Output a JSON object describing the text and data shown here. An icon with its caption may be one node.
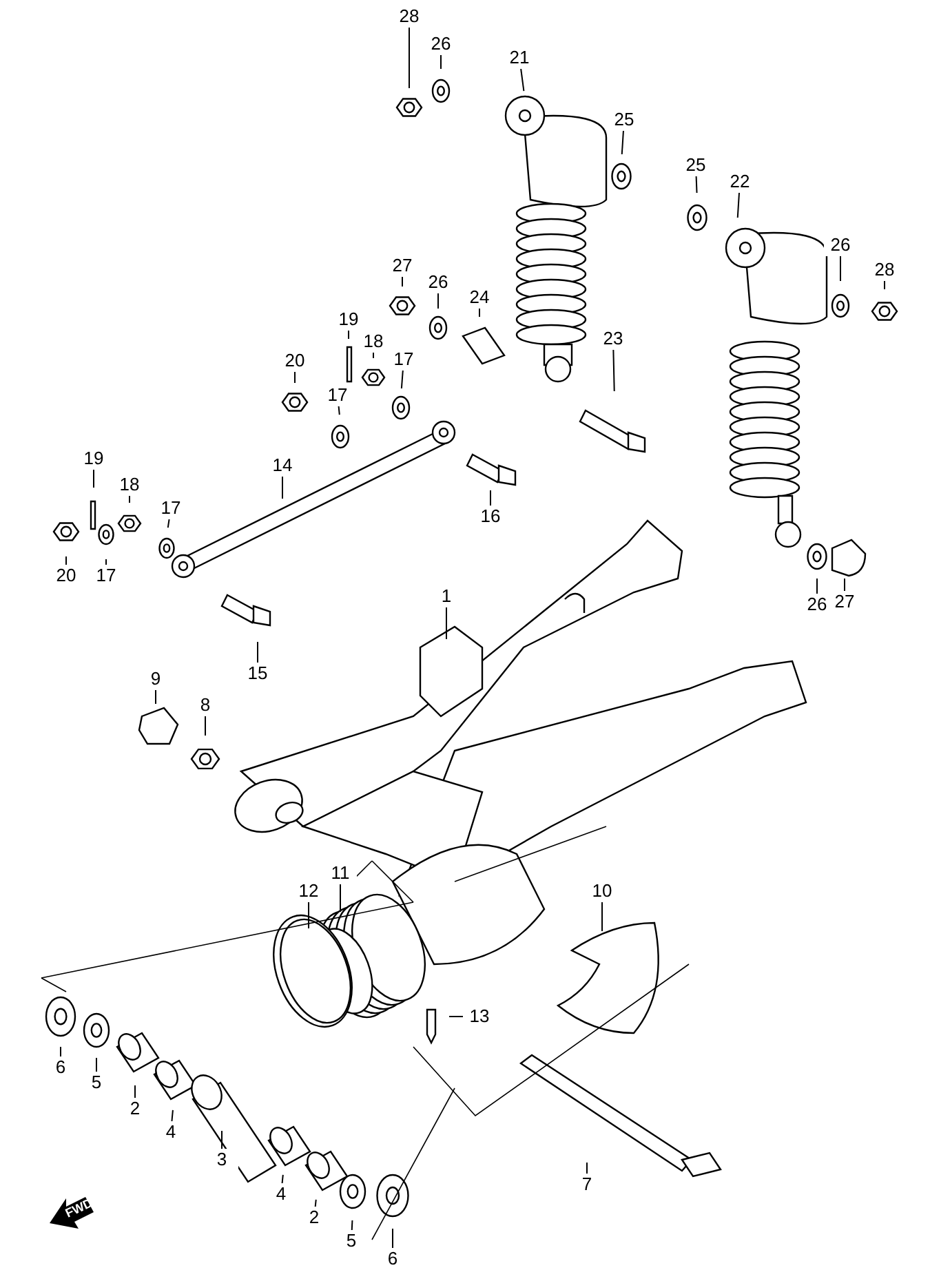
{
  "diagram": {
    "nodes": [
      {
        "text": [
          "28"
        ]
      },
      {
        "text": [
          "26"
        ]
      },
      {
        "text": [
          "21"
        ]
      },
      {
        "text": [
          "25"
        ]
      },
      {
        "text": [
          "25"
        ]
      },
      {
        "text": [
          "22"
        ]
      },
      {
        "text": [
          "26"
        ]
      },
      {
        "text": [
          "28"
        ]
      },
      {
        "text": [
          "27"
        ]
      },
      {
        "text": [
          "26"
        ]
      },
      {
        "text": [
          "24"
        ]
      },
      {
        "text": [
          "19"
        ]
      },
      {
        "text": [
          "20"
        ]
      },
      {
        "text": [
          "17"
        ]
      },
      {
        "text": [
          "18"
        ]
      },
      {
        "text": [
          "17"
        ]
      },
      {
        "text": [
          "23"
        ]
      },
      {
        "text": [
          "14"
        ]
      },
      {
        "text": [
          "16"
        ]
      },
      {
        "text": [
          "19"
        ]
      },
      {
        "text": [
          "18"
        ]
      },
      {
        "text": [
          "17"
        ]
      },
      {
        "text": [
          "20"
        ]
      },
      {
        "text": [
          "17"
        ]
      },
      {
        "text": [
          "1"
        ]
      },
      {
        "text": [
          "15"
        ]
      },
      {
        "text": [
          "9"
        ]
      },
      {
        "text": [
          "8"
        ]
      },
      {
        "text": [
          "12"
        ]
      },
      {
        "text": [
          "11"
        ]
      },
      {
        "text": [
          "10"
        ]
      },
      {
        "text": [
          "13"
        ]
      },
      {
        "text": [
          "6"
        ]
      },
      {
        "text": [
          "5"
        ]
      },
      {
        "text": [
          "2"
        ]
      },
      {
        "text": [
          "4"
        ]
      },
      {
        "text": [
          "3"
        ]
      },
      {
        "text": [
          "4"
        ]
      },
      {
        "text": [
          "2"
        ]
      },
      {
        "text": [
          "5"
        ]
      },
      {
        "text": [
          "6"
        ]
      },
      {
        "text": [
          "7"
        ]
      },
      {
        "text": [
          "26"
        ]
      },
      {
        "text": [
          "27"
        ]
      }
    ],
    "edges": [
      {
        "from": 0,
        "to": null,
        "arrow": "none"
      },
      {
        "from": 1,
        "to": null,
        "arrow": "none"
      },
      {
        "from": 2,
        "to": null,
        "arrow": "none"
      },
      {
        "from": 3,
        "to": null,
        "arrow": "none"
      },
      {
        "from": 4,
        "to": null,
        "arrow": "none"
      },
      {
        "from": 5,
        "to": null,
        "arrow": "none"
      },
      {
        "from": 6,
        "to": null,
        "arrow": "none"
      },
      {
        "from": 7,
        "to": null,
        "arrow": "none"
      },
      {
        "from": 8,
        "to": null,
        "arrow": "none"
      },
      {
        "from": 9,
        "to": null,
        "arrow": "none"
      },
      {
        "from": 10,
        "to": null,
        "arrow": "none"
      },
      {
        "from": 11,
        "to": null,
        "arrow": "none"
      },
      {
        "from": 12,
        "to": null,
        "arrow": "none"
      },
      {
        "from": 13,
        "to": null,
        "arrow": "none"
      },
      {
        "from": 14,
        "to": null,
        "arrow": "none"
      },
      {
        "from": 15,
        "to": null,
        "arrow": "none"
      },
      {
        "from": 16,
        "to": null,
        "arrow": "none"
      },
      {
        "from": 17,
        "to": null,
        "arrow": "none"
      },
      {
        "from": 18,
        "to": null,
        "arrow": "none"
      },
      {
        "from": 19,
        "to": null,
        "arrow": "none"
      },
      {
        "from": 20,
        "to": null,
        "arrow": "none"
      },
      {
        "from": 21,
        "to": null,
        "arrow": "none"
      },
      {
        "from": 22,
        "to": null,
        "arrow": "none"
      },
      {
        "from": 23,
        "to": null,
        "arrow": "none"
      },
      {
        "from": 24,
        "to": null,
        "arrow": "none"
      },
      {
        "from": 25,
        "to": null,
        "arrow": "none"
      },
      {
        "from": 26,
        "to": null,
        "arrow": "none"
      },
      {
        "from": 27,
        "to": null,
        "arrow": "none"
      },
      {
        "from": 28,
        "to": null,
        "arrow": "none"
      },
      {
        "from": 29,
        "to": null,
        "arrow": "none"
      },
      {
        "from": 30,
        "to": null,
        "arrow": "none"
      },
      {
        "from": 31,
        "to": null,
        "arrow": "none"
      },
      {
        "from": 32,
        "to": null,
        "arrow": "none"
      },
      {
        "from": 33,
        "to": null,
        "arrow": "none"
      },
      {
        "from": 34,
        "to": null,
        "arrow": "none"
      },
      {
        "from": 35,
        "to": null,
        "arrow": "none"
      },
      {
        "from": 36,
        "to": null,
        "arrow": "none"
      },
      {
        "from": 37,
        "to": null,
        "arrow": "none"
      },
      {
        "from": 38,
        "to": null,
        "arrow": "none"
      },
      {
        "from": 39,
        "to": null,
        "arrow": "none"
      },
      {
        "from": 40,
        "to": null,
        "arrow": "none"
      },
      {
        "from": 41,
        "to": null,
        "arrow": "none"
      },
      {
        "from": 42,
        "to": null,
        "arrow": "none"
      },
      {
        "from": 43,
        "to": null,
        "arrow": "none"
      }
    ],
    "labels": [
      "FWD"
    ]
  }
}
